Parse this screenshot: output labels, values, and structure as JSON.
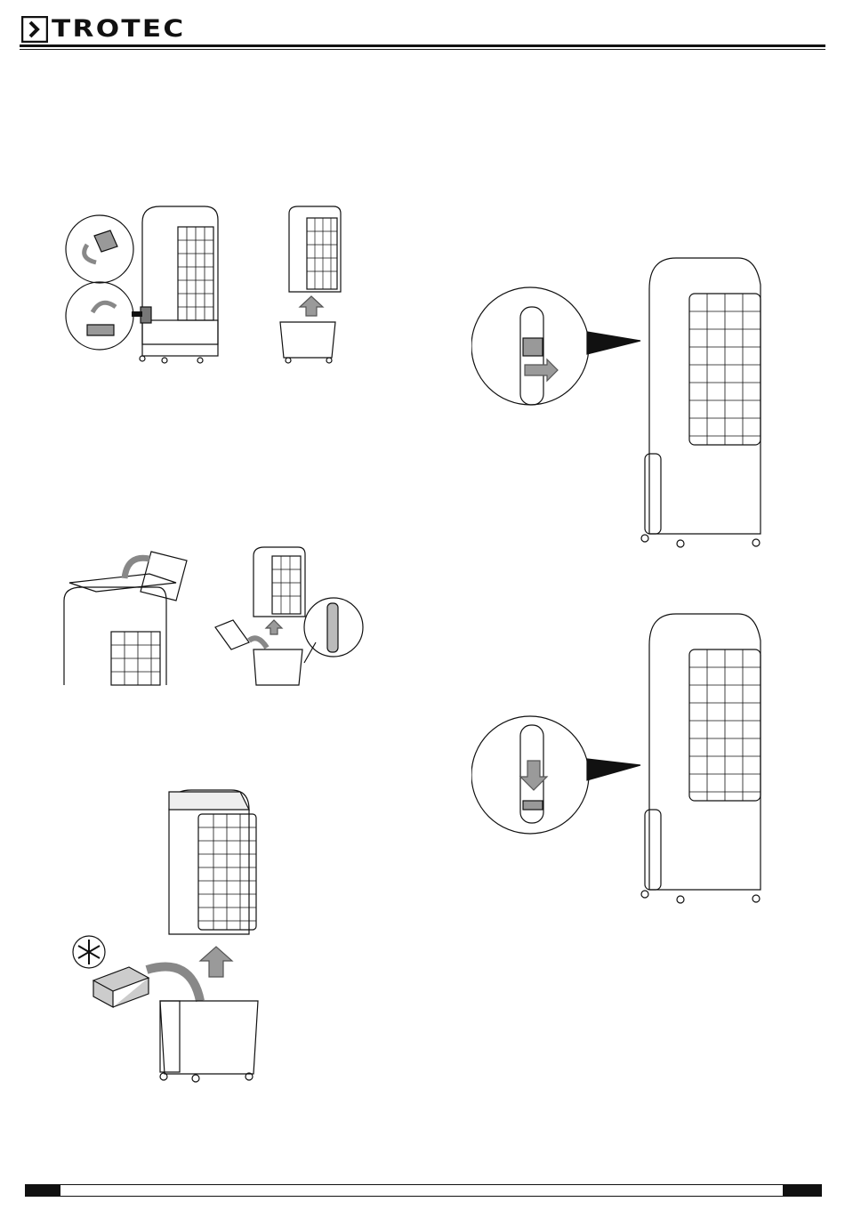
{
  "header": {
    "brand": "TROTEC"
  },
  "figures": [
    {
      "id": "fig-remove-tank",
      "icons": [
        "lever-icon",
        "arrow-up-icon"
      ]
    },
    {
      "id": "fig-cooling-pads",
      "icons": [
        "curved-arrow-icon",
        "magnifier-callout-icon"
      ]
    },
    {
      "id": "fig-ice-pack",
      "icons": [
        "snowflake-icon",
        "ice-pack-icon",
        "curved-arrow-icon",
        "arrow-up-icon"
      ]
    },
    {
      "id": "fig-drain-open",
      "icons": [
        "magnifier-callout-icon",
        "arrow-out-icon"
      ]
    },
    {
      "id": "fig-drain-close",
      "icons": [
        "magnifier-callout-icon",
        "arrow-down-icon"
      ]
    }
  ],
  "colors": {
    "ink": "#111111",
    "arrow": "#9a9a9a",
    "paper": "#ffffff"
  }
}
